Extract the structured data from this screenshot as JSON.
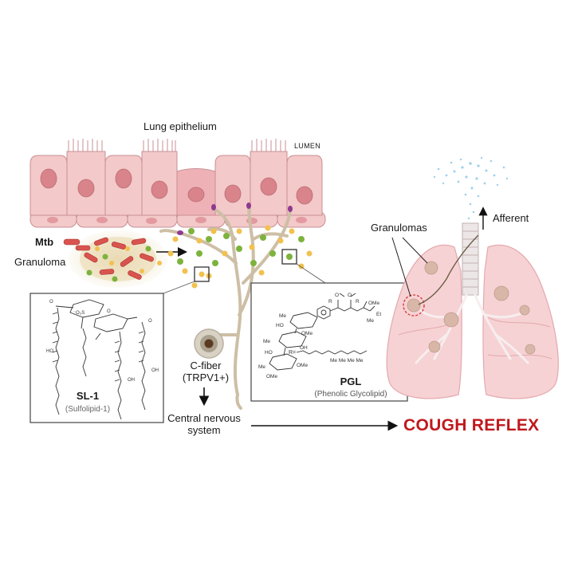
{
  "labels": {
    "lung_epithelium": "Lung epithelium",
    "lumen": "LUMEN",
    "mtb": "Mtb",
    "granuloma": "Granuloma",
    "sl1_name": "SL-1",
    "sl1_full": "(Sulfolipid-1)",
    "cfiber_line1": "C-fiber",
    "cfiber_line2": "(TRPV1+)",
    "cns_line1": "Central nervous",
    "cns_line2": "system",
    "pgl_name": "PGL",
    "pgl_full": "(Phenolic Glycolipid)",
    "granulomas": "Granulomas",
    "afferent": "Afferent",
    "cough_reflex": "COUGH REFLEX"
  },
  "colors": {
    "epithelium": "#f3c9c9",
    "nucleus": "#d9838b",
    "fiber": "#cdbfa5",
    "mtb_bacteria": "#d9534f",
    "lipid_green": "#7db33d",
    "lipid_yellow": "#f2c14e",
    "cough": "#c0181d",
    "lung": "#f6d2d4"
  },
  "chem": {
    "pgl_r_label": "R=",
    "atoms": [
      "Me",
      "HO",
      "OMe",
      "Et",
      "O",
      "R",
      "OH",
      "OSO3-"
    ]
  }
}
